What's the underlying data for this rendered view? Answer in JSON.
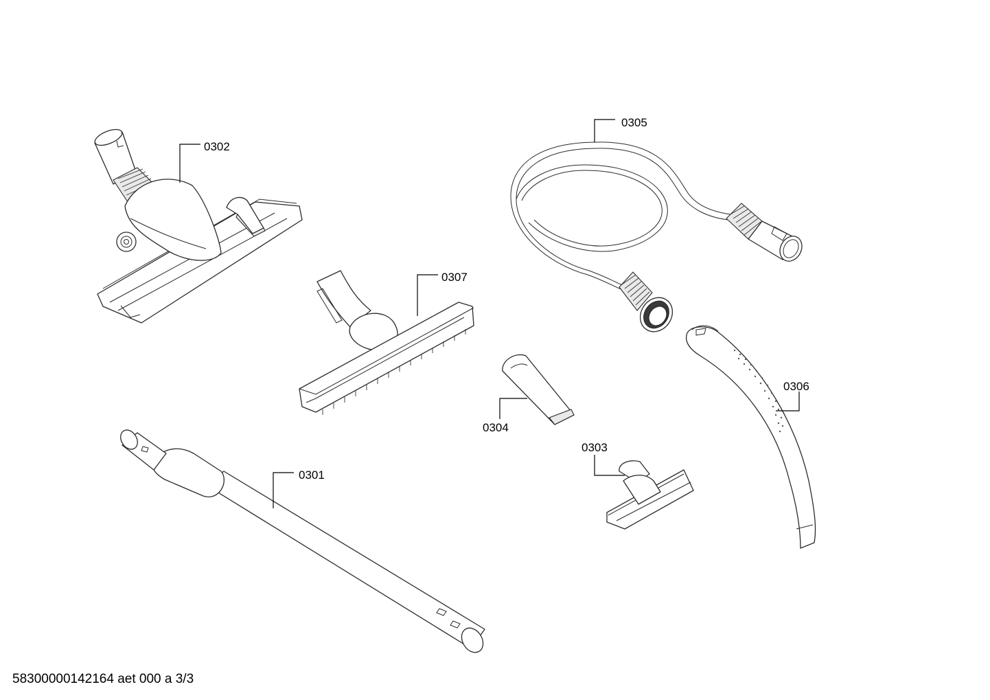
{
  "parts": [
    {
      "id": "p0302",
      "label": "0302"
    },
    {
      "id": "p0305",
      "label": "0305"
    },
    {
      "id": "p0307",
      "label": "0307"
    },
    {
      "id": "p0306",
      "label": "0306"
    },
    {
      "id": "p0304",
      "label": "0304"
    },
    {
      "id": "p0303",
      "label": "0303"
    },
    {
      "id": "p0301",
      "label": "0301"
    }
  ],
  "footer": {
    "document_code": "58300000142164 aet 000 a 3/3"
  }
}
